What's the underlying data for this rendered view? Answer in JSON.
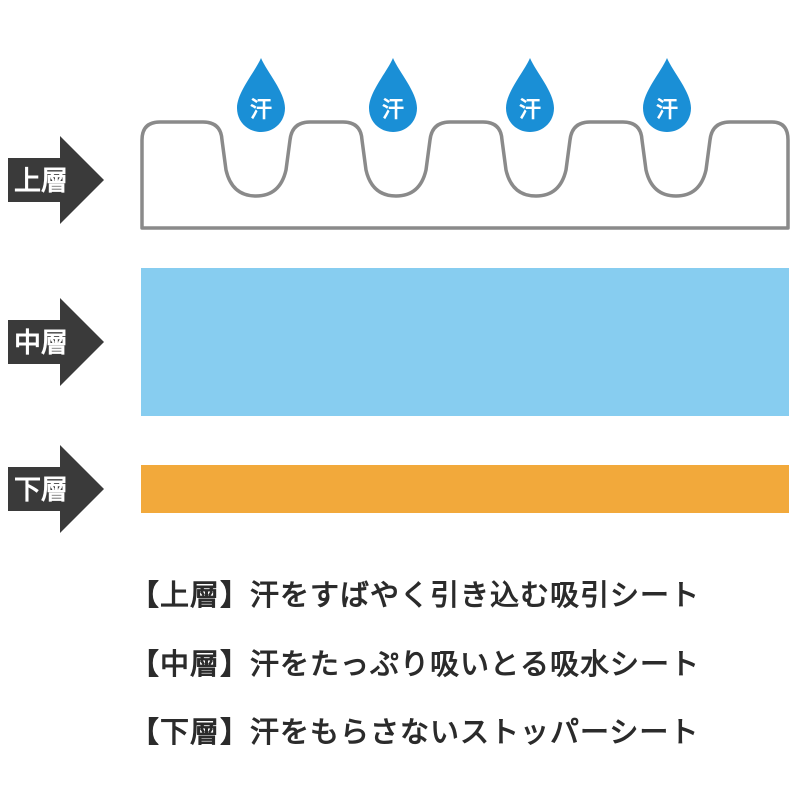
{
  "layers": {
    "top": {
      "label": "上層",
      "color": "#8a8a8a"
    },
    "middle": {
      "label": "中層",
      "color": "#87cdf0"
    },
    "bottom": {
      "label": "下層",
      "color": "#f2a93b"
    }
  },
  "arrow_color": "#3a3a3a",
  "drop": {
    "label": "汗",
    "color": "#1a8fd6",
    "count": 4
  },
  "descriptions": [
    {
      "tag": "【上層】",
      "text": "汗をすばやく引き込む吸引シート"
    },
    {
      "tag": "【中層】",
      "text": "汗をたっぷり吸いとる吸水シート"
    },
    {
      "tag": "【下層】",
      "text": "汗をもらさないストッパーシート"
    }
  ]
}
